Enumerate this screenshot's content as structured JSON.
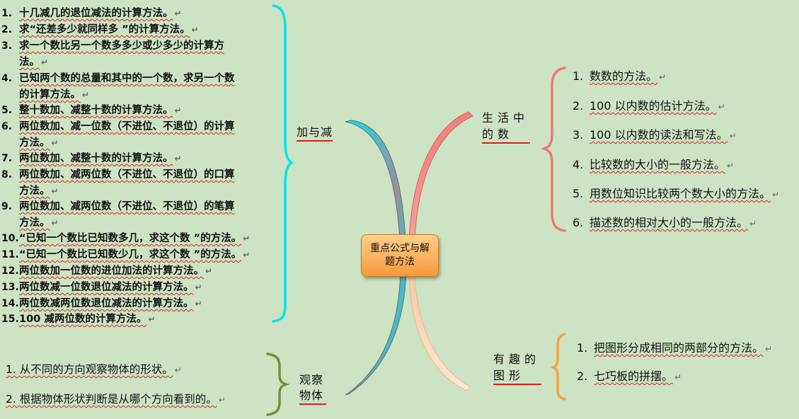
{
  "center": {
    "label": "重点公式与解题方法"
  },
  "branches": {
    "add_sub": {
      "label": "加与减",
      "items": [
        [
          "十几减几的退位减法的计算方法。"
        ],
        [
          "求“还差多少就同样多 ”的计算方法。"
        ],
        [
          "求一个数比另一个数多多少或少多少的计算方",
          "法。"
        ],
        [
          "已知两个数的总量和其中的一个数，求另一个数",
          "的计算方法。"
        ],
        [
          "整十数加、减整十数的计算方法。"
        ],
        [
          "两位数加、减一位数（不进位、不退位）的计算",
          "方法。"
        ],
        [
          "两位数加、减整十数的计算方法。"
        ],
        [
          "两位数加、减两位数（不进位、不退位）的口算",
          "方法。"
        ],
        [
          "两位数加、减两位数（不进位、不退位）的笔算",
          "方法。"
        ],
        [
          "“已知一个数比已知数多几，求这个数 ”的方法。"
        ],
        [
          "“已知一个数比已知数少几，求这个数 ”的方法。"
        ],
        [
          "两位数加一位数的进位加法的计算方法。"
        ],
        [
          "两位数减一位数退位减法的计算方法。"
        ],
        [
          "两位数减两位数退位减法的计算方法。"
        ],
        [
          "100 减两位数的计算方法。"
        ]
      ]
    },
    "observe": {
      "label": "观察物体",
      "items": [
        "从不同的方向观察物体的形状。",
        "根据物体形状判断是从哪个方向看到的。"
      ]
    },
    "life_numbers": {
      "label": "生活中的数",
      "items": [
        "数数的方法。",
        "100 以内数的估计方法。",
        "100 以内数的读法和写法。",
        "比较数的大小的一般方法。",
        "用数位知识比较两个数大小的方法。",
        "描述数的相对大小的一般方法。"
      ]
    },
    "shapes": {
      "label": "有趣的图形",
      "items": [
        "把图形分成相同的两部分的方法。",
        "七巧板的拼摆。"
      ]
    }
  },
  "paragraph_mark": "↵",
  "colors": {
    "background": "#cde4c4",
    "add_sub": "#00e5ee",
    "observe": "#6f8e3c",
    "life_numbers": "#f07878",
    "shapes": "#f5a040",
    "center_fill": "#f5a64d",
    "underline": "#d62020"
  }
}
